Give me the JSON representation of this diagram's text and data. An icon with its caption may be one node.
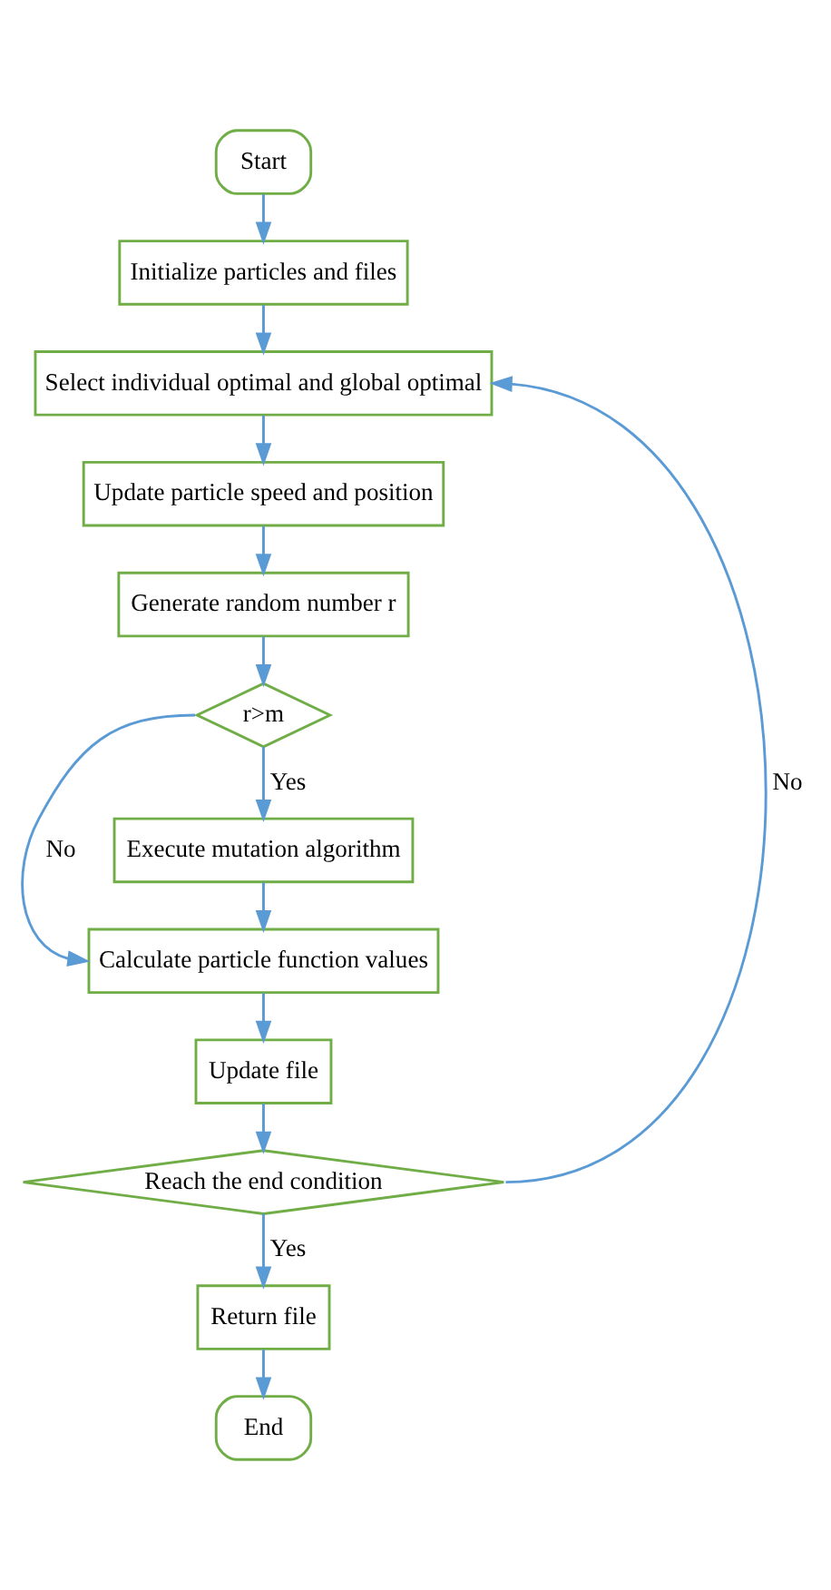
{
  "diagram": {
    "nodes": [
      {
        "text": [
          "Start"
        ]
      },
      {
        "text": [
          "Initialize particles and files"
        ]
      },
      {
        "text": [
          "Select individual optimal and global optimal"
        ]
      },
      {
        "text": [
          "Update particle speed and position"
        ]
      },
      {
        "text": [
          "Generate random number r"
        ]
      },
      {
        "text": [
          "r>m"
        ]
      },
      {
        "text": [
          "Execute mutation algorithm"
        ]
      },
      {
        "text": [
          "Calculate particle function values"
        ]
      },
      {
        "text": [
          "Update file"
        ]
      },
      {
        "text": [
          "Reach the end condition"
        ]
      },
      {
        "text": [
          "Return file"
        ]
      },
      {
        "text": [
          "End"
        ]
      }
    ],
    "edges": [
      {
        "from": 0,
        "to": 1,
        "arrow": "to"
      },
      {
        "from": 1,
        "to": 2,
        "arrow": "to"
      },
      {
        "from": 2,
        "to": 3,
        "arrow": "to"
      },
      {
        "from": 3,
        "to": 4,
        "arrow": "to"
      },
      {
        "from": 4,
        "to": 5,
        "arrow": "to"
      },
      {
        "from": 5,
        "to": 6,
        "arrow": "to",
        "label": "Yes"
      },
      {
        "from": 5,
        "to": 7,
        "arrow": "to",
        "label": "No"
      },
      {
        "from": 6,
        "to": 7,
        "arrow": "to"
      },
      {
        "from": 7,
        "to": 8,
        "arrow": "to"
      },
      {
        "from": 8,
        "to": 9,
        "arrow": "to"
      },
      {
        "from": 9,
        "to": 2,
        "arrow": "to",
        "label": "No"
      },
      {
        "from": 9,
        "to": 10,
        "arrow": "to",
        "label": "Yes"
      },
      {
        "from": 10,
        "to": 11,
        "arrow": "to"
      }
    ]
  }
}
